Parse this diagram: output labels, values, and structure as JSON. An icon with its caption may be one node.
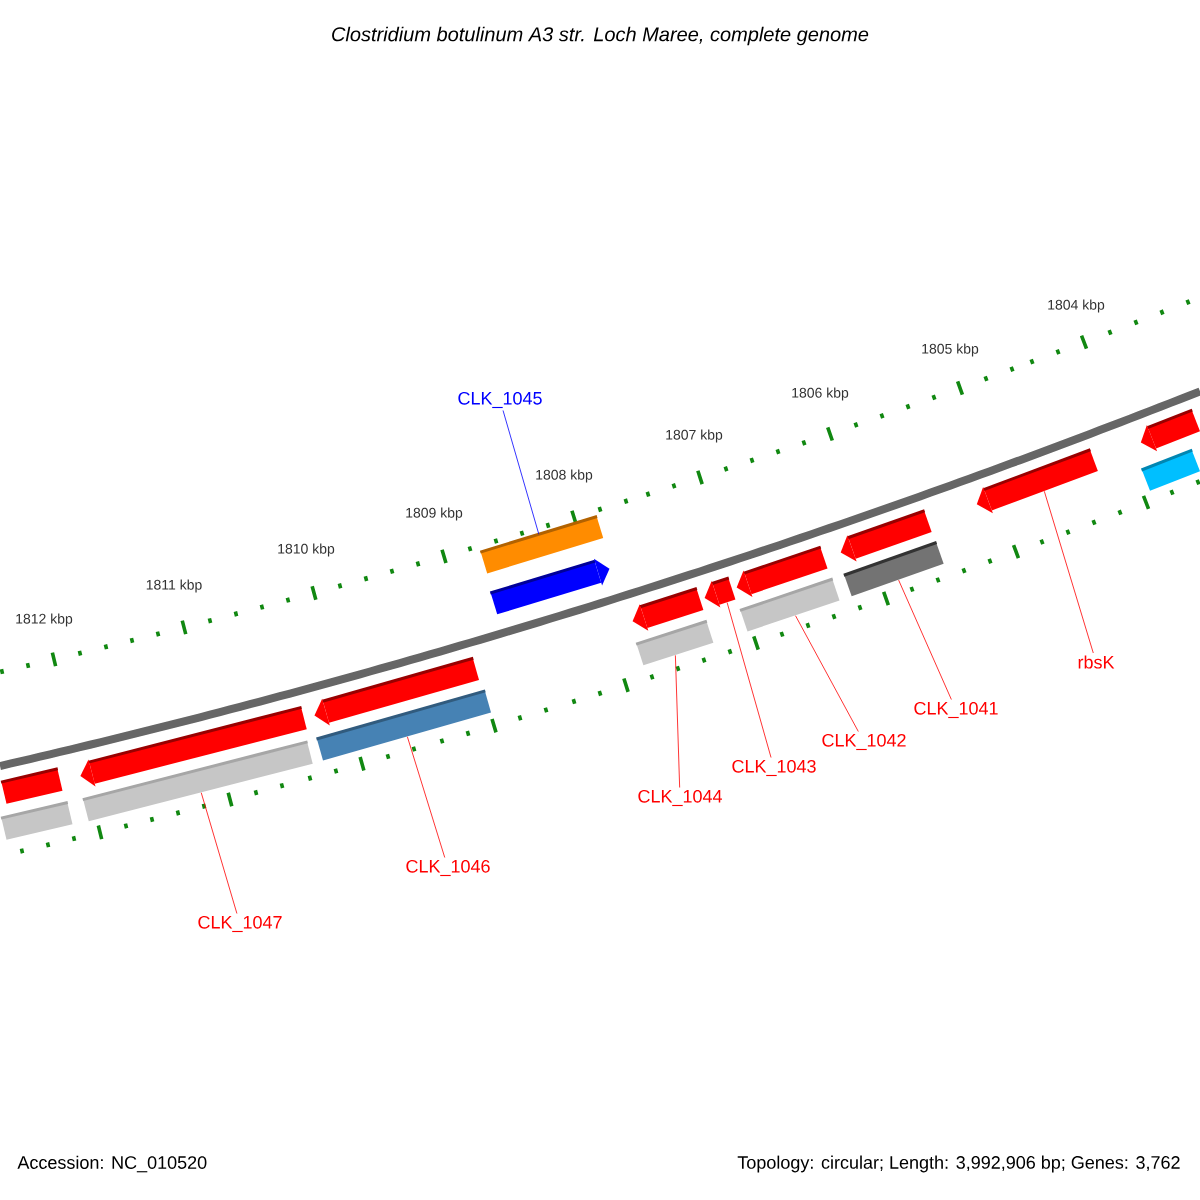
{
  "diagram": {
    "title": "Clostridium botulinum A3 str. Loch Maree, complete genome",
    "nodes": [
      {
        "text": [
          "CLK_1047"
        ]
      },
      {
        "text": [
          "CLK_1046"
        ]
      },
      {
        "text": [
          "CLK_1045"
        ]
      },
      {
        "text": [
          "CLK_1044"
        ]
      },
      {
        "text": [
          "CLK_1043"
        ]
      },
      {
        "text": [
          "CLK_1042"
        ]
      },
      {
        "text": [
          "CLK_1041"
        ]
      },
      {
        "text": [
          "rbsK"
        ]
      },
      {
        "text": [],
        "shape": "box"
      },
      {
        "text": [],
        "shape": "box"
      },
      {
        "text": [],
        "shape": "pentagon"
      },
      {
        "text": [],
        "shape": "box"
      },
      {
        "text": [],
        "shape": "pentagon"
      },
      {
        "text": [],
        "shape": "box"
      },
      {
        "text": [],
        "shape": "box"
      },
      {
        "text": [],
        "shape": "pentagon"
      },
      {
        "text": [],
        "shape": "pentagon"
      },
      {
        "text": [],
        "shape": "box"
      },
      {
        "text": [],
        "shape": "pentagon"
      },
      {
        "text": [],
        "shape": "pentagon"
      },
      {
        "text": [],
        "shape": "box"
      },
      {
        "text": [],
        "shape": "pentagon"
      },
      {
        "text": [],
        "shape": "box"
      },
      {
        "text": [],
        "shape": "pentagon"
      },
      {
        "text": [],
        "shape": "pentagon"
      },
      {
        "text": [],
        "shape": "box"
      }
    ],
    "edges": [
      {
        "from": 0,
        "to": 11,
        "arrow": "none"
      },
      {
        "from": 1,
        "to": 13,
        "arrow": "none"
      },
      {
        "from": 2,
        "to": 14,
        "arrow": "none",
        "color": "#0000ff"
      },
      {
        "from": 3,
        "to": 17,
        "arrow": "none"
      },
      {
        "from": 4,
        "to": 18,
        "arrow": "none"
      },
      {
        "from": 5,
        "to": 20,
        "arrow": "none"
      },
      {
        "from": 6,
        "to": 22,
        "arrow": "none"
      },
      {
        "from": 7,
        "to": 23,
        "arrow": "none"
      }
    ],
    "labels": [
      "1812 kbp",
      "1811 kbp",
      "1810 kbp",
      "1809 kbp",
      "1808 kbp",
      "1807 kbp",
      "1806 kbp",
      "1805 kbp",
      "1804 kbp",
      "Accession: NC_010520",
      "Topology: circular; Length: 3,992,906 bp; Genes: 3,762"
    ]
  }
}
